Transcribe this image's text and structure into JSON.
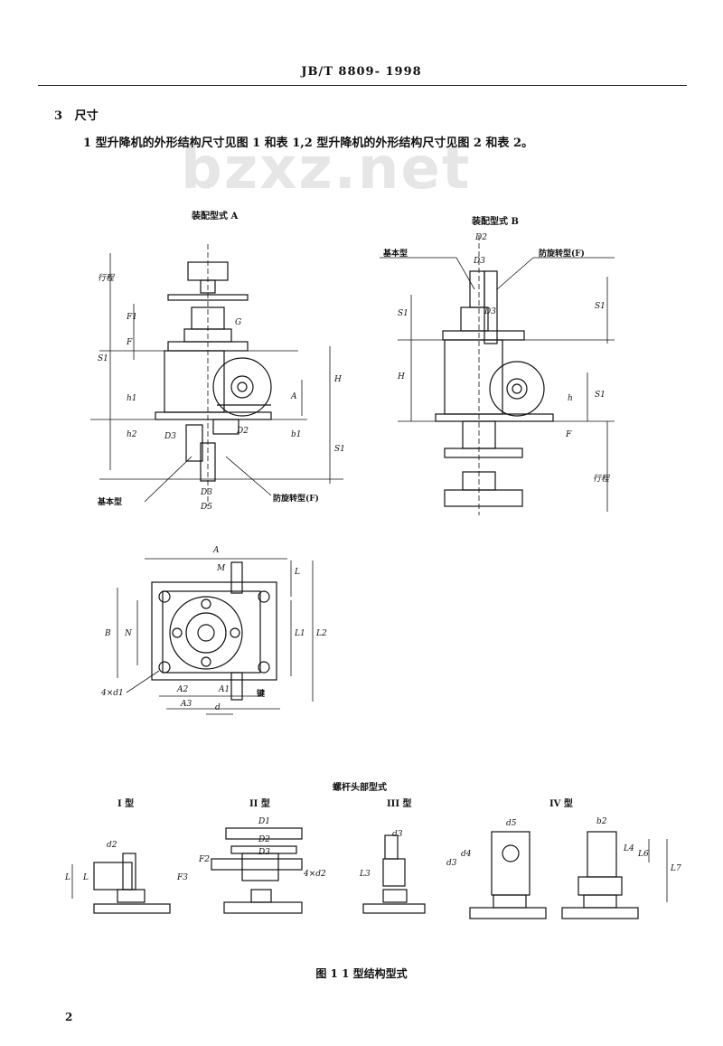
{
  "header": {
    "std": "JB/T 8809- 1998"
  },
  "section": {
    "num": "3",
    "title": "尺寸"
  },
  "paragraph": "1 型升降机的外形结构尺寸见图 1 和表 1,2 型升降机的外形结构尺寸见图 2 和表 2。",
  "watermark": "bzxz.net",
  "figA": {
    "title": "装配型式 A",
    "basic": "基本型",
    "anti": "防旋转型(F)",
    "dims": [
      "行程",
      "F1",
      "G",
      "F",
      "S1",
      "H",
      "A",
      "h1",
      "h2",
      "b1",
      "S1",
      "D3",
      "D2",
      "D3",
      "D5"
    ]
  },
  "figB": {
    "title": "装配型式 B",
    "basic": "基本型",
    "anti": "防旋转型(F)",
    "dims": [
      "D2",
      "D3",
      "D3",
      "S1",
      "S1",
      "H",
      "h",
      "S1",
      "F",
      "行程"
    ]
  },
  "plan": {
    "dims": [
      "A",
      "M",
      "L",
      "B",
      "N",
      "L1",
      "L2",
      "A2",
      "A1",
      "A3",
      "d",
      "4×d1"
    ],
    "key": "键"
  },
  "ends": {
    "title": "螺杆头部型式",
    "types": [
      "I 型",
      "II 型",
      "III 型",
      "IV 型"
    ],
    "dims": [
      "d2",
      "L",
      "L",
      "D1",
      "D2",
      "D3",
      "F2",
      "F3",
      "4×d2",
      "d3",
      "L3",
      "d5",
      "d4",
      "d3",
      "b2",
      "L4",
      "L6",
      "L7"
    ]
  },
  "figure_caption": "图 1  1 型结构型式",
  "page_num": "2"
}
